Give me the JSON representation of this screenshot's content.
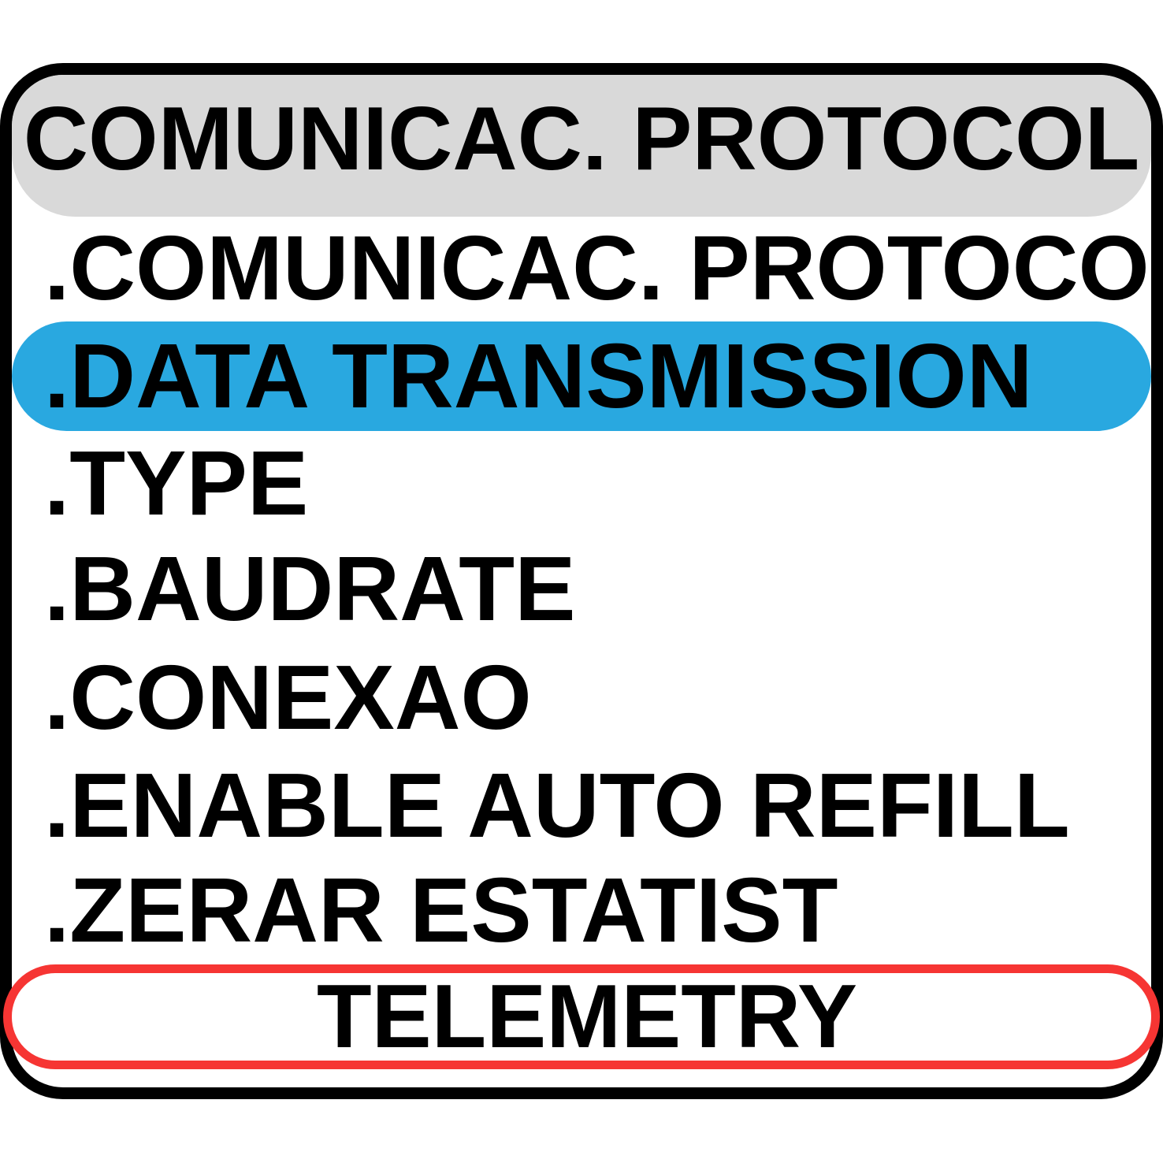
{
  "header": {
    "title": "COMUNICAC. PROTOCOL"
  },
  "menu": {
    "items": [
      {
        "label": ".COMUNICAC. PROTOCO",
        "selected": false
      },
      {
        "label": ".DATA TRANSMISSION",
        "selected": true
      },
      {
        "label": ".TYPE",
        "selected": false
      },
      {
        "label": ".BAUDRATE",
        "selected": false
      },
      {
        "label": ".CONEXAO",
        "selected": false
      },
      {
        "label": ".ENABLE AUTO REFILL",
        "selected": false
      },
      {
        "label": ".ZERAR ESTATIST",
        "selected": false
      }
    ]
  },
  "footer": {
    "label": "TELEMETRY"
  },
  "colors": {
    "header_bg": "#d9d9d9",
    "highlight": "#29a8e0",
    "footer_outline": "#f63533",
    "border": "#000000"
  }
}
